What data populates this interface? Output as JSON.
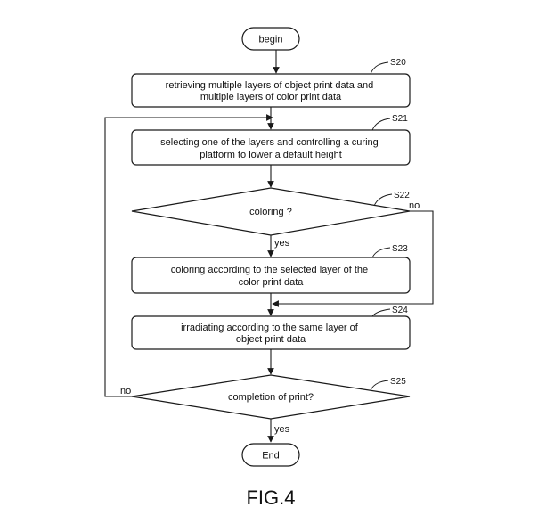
{
  "start_label": "begin",
  "end_label": "End",
  "steps": {
    "s20": {
      "tag": "S20",
      "lines": [
        "retrieving multiple layers of object print data and",
        "multiple layers of color print data"
      ]
    },
    "s21": {
      "tag": "S21",
      "lines": [
        "selecting one of the layers and controlling a curing",
        "platform to lower a default height"
      ]
    },
    "s22": {
      "tag": "S22",
      "question": "coloring ?",
      "yes_label": "yes",
      "no_label": "no"
    },
    "s23": {
      "tag": "S23",
      "lines": [
        "coloring according to the selected layer of the",
        "color print data"
      ]
    },
    "s24": {
      "tag": "S24",
      "lines": [
        "irradiating according to the same layer of",
        "object print data"
      ]
    },
    "s25": {
      "tag": "S25",
      "question": "completion of print?",
      "yes_label": "yes",
      "no_label": "no"
    }
  },
  "figure_caption": "FIG.4",
  "colors": {
    "stroke": "#1a1a1a",
    "background": "#ffffff",
    "text": "#111111"
  }
}
